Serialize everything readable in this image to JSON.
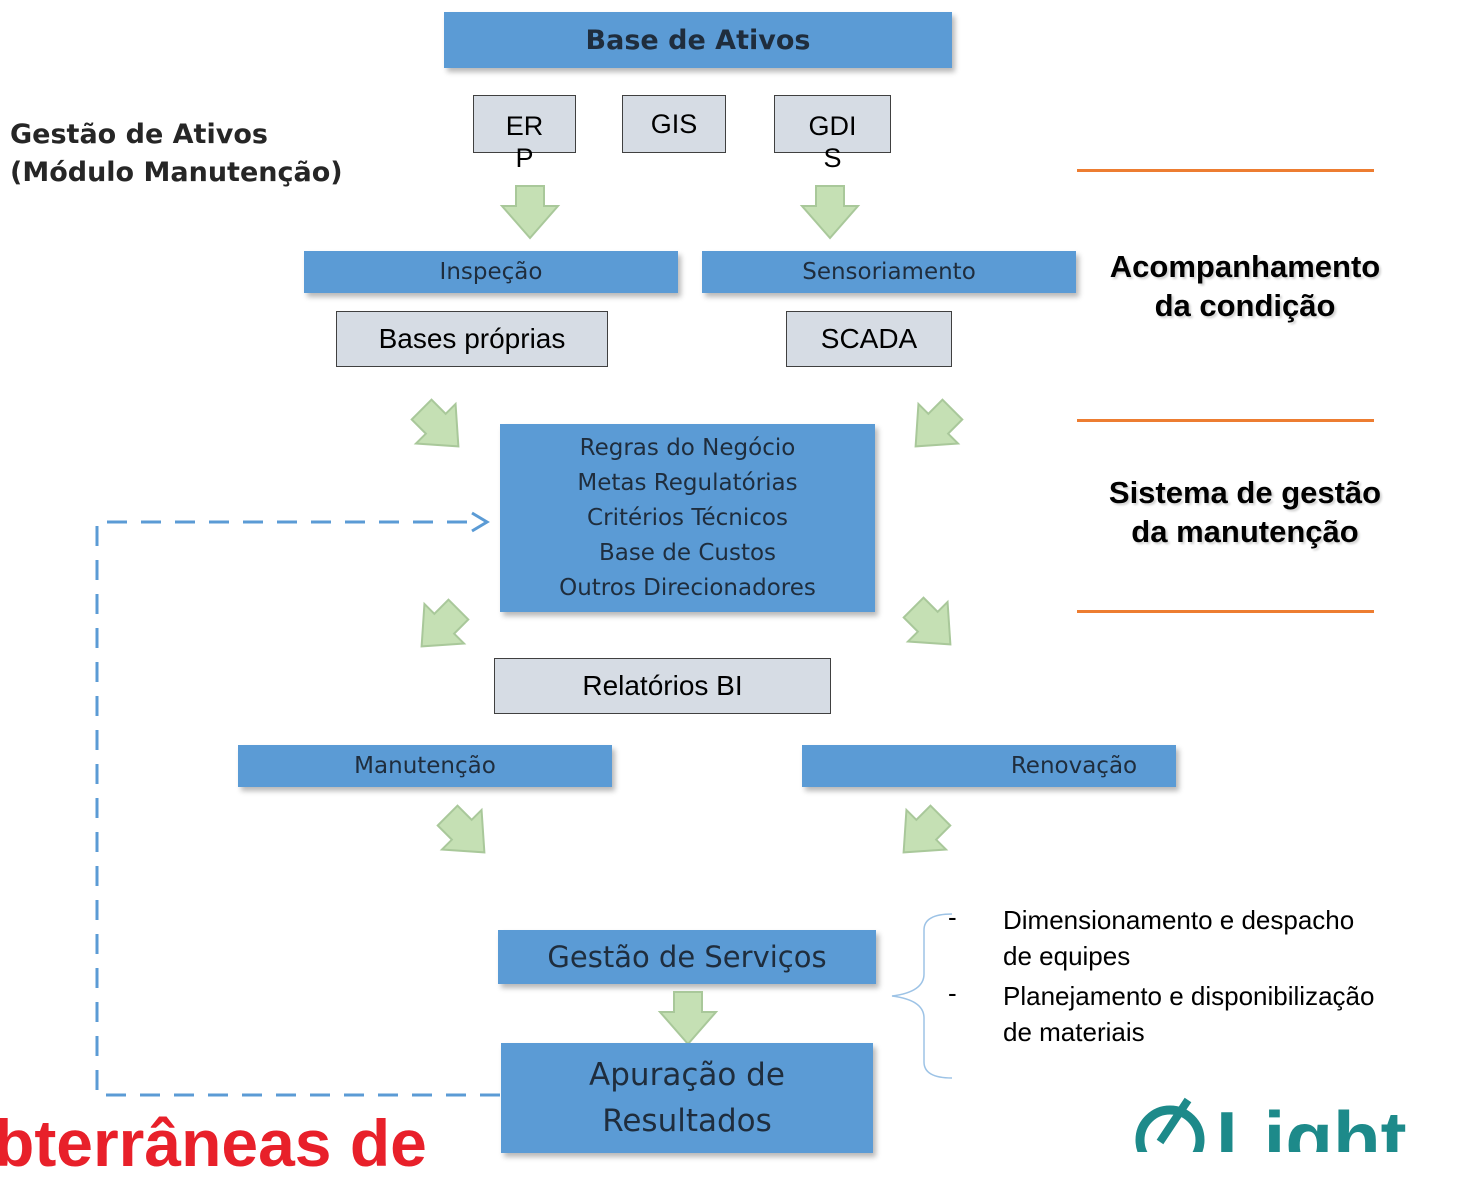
{
  "header": {
    "title": "Base de Ativos",
    "side_label_1": "Gestão de Ativos",
    "side_label_2": "(Módulo Manutenção)"
  },
  "systems": {
    "erp": "ER\nP",
    "gis": "GIS",
    "gdis": "GDI\nS",
    "bases_proprias": "Bases próprias",
    "scada": "SCADA",
    "relatorios_bi": "Relatórios BI"
  },
  "process": {
    "inspecao": "Inspeção",
    "sensoriamento": "Sensoriamento",
    "central": [
      "Regras do Negócio",
      "Metas Regulatórias",
      "Critérios Técnicos",
      "Base de Custos",
      "Outros Direcionadores"
    ],
    "manutencao": "Manutenção",
    "renovacao": "Renovação",
    "gestao_servicos": "Gestão de Serviços",
    "apuracao": "Apuração de\nResultados"
  },
  "phases": {
    "acompanhamento": "Acompanhamento\nda condição",
    "sistema": "Sistema de gestão\nda manutenção"
  },
  "notes": {
    "bullet": "-",
    "item1": "Dimensionamento e despacho\nde equipes",
    "item2": "Planejamento e disponibilização\nde materiais"
  },
  "footer": {
    "partial_text": "bterrâneas de",
    "logo_text": "Light"
  },
  "colors": {
    "box_blue": "#5b9bd5",
    "arrow_green": "#c5e0b4",
    "system_grey": "#d6dce4",
    "orange_line": "#ed7d31",
    "footer_red": "#e8202a",
    "logo_teal": "#1d8a8a",
    "dashed_blue": "#5b9bd5"
  }
}
